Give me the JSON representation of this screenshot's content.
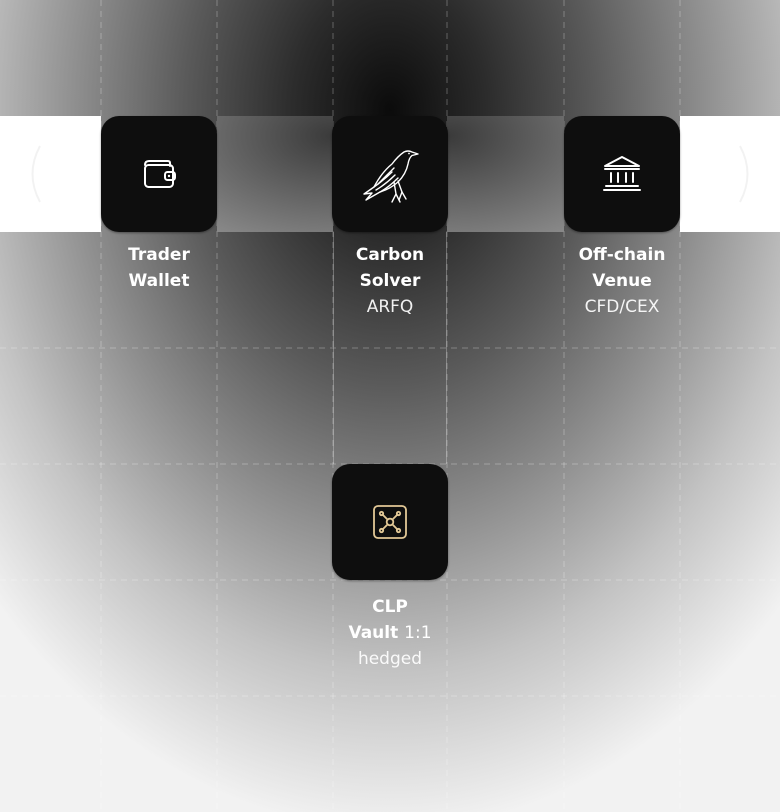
{
  "diagram": {
    "nodes": [
      {
        "id": "trader-wallet",
        "title_line1": "Trader",
        "title_line2": "Wallet",
        "icon": "wallet-icon"
      },
      {
        "id": "carbon-solver",
        "title_line1": "Carbon",
        "title_line2": "Solver",
        "subtitle": "ARFQ",
        "icon": "raven-icon"
      },
      {
        "id": "offchain-venue",
        "title_line1": "Off-chain",
        "title_line2": "Venue",
        "subtitle": "CFD/CEX",
        "icon": "bank-icon"
      },
      {
        "id": "clp-vault",
        "title_line1": "CLP",
        "title_line2": "Vault",
        "title_line2_suffix": "1:1",
        "subtitle": "hedged",
        "icon": "vault-icon",
        "icon_color": "#e2c896"
      }
    ]
  },
  "colors": {
    "tile": "#0e0e0e",
    "band": "#ffffff",
    "label": "#ffffff",
    "vault_accent": "#e2c896"
  }
}
